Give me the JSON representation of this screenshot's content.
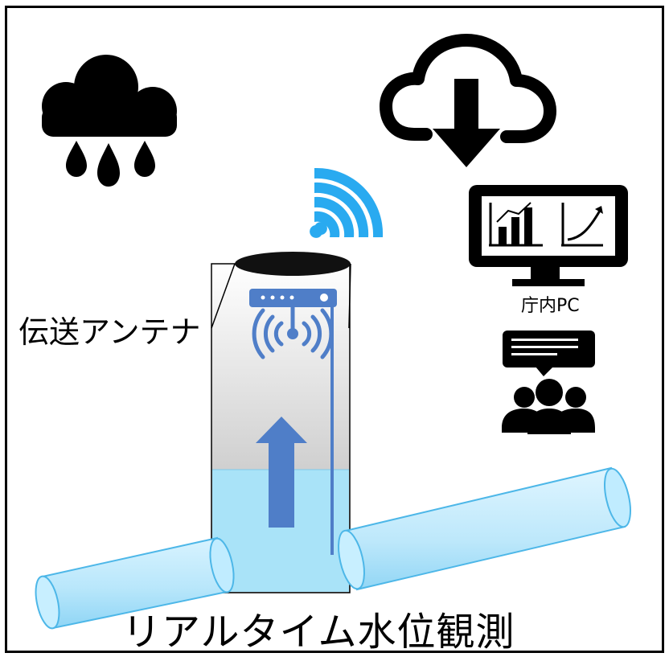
{
  "labels": {
    "antenna": "伝送アンテナ",
    "office_pc": "庁内PC",
    "title": "リアルタイム水位観測"
  },
  "icons": {
    "rain": "rain-cloud-icon",
    "cloud_download": "cloud-download-icon",
    "wifi": "wifi-signal-icon",
    "router": "router-icon",
    "antenna": "antenna-signal-icon",
    "monitor": "monitor-charts-icon",
    "meeting": "people-chat-icon",
    "rise": "water-rise-arrow"
  },
  "colors": {
    "frame": "#000000",
    "signal": "#29aaf0",
    "device": "#4f7ec8",
    "water": "#a9e3f8",
    "pipe": "#bfe9fb",
    "pipe_stroke": "#4db7e8"
  }
}
